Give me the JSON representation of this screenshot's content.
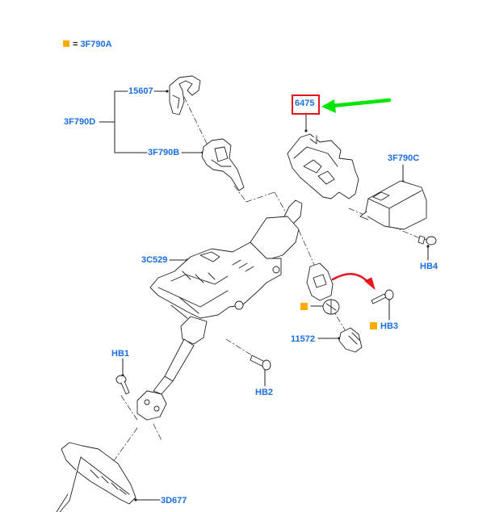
{
  "diagram": {
    "title": "Steering column exploded parts diagram",
    "legend": {
      "marker": "orange-square",
      "equals": "=",
      "code": "3F790A"
    },
    "colors": {
      "label": "#1a6fe0",
      "legend_marker": "#ffab00",
      "highlight_box": "#e8141e",
      "pointer_arrow": "#00e600",
      "rotate_arrow": "#e8141e",
      "line_art": "#222222"
    },
    "callouts": {
      "group_3f790d": "3F790D",
      "part_15607": "15607",
      "part_3f790b": "3F790B",
      "part_6475": "6475",
      "part_3f790c": "3F790C",
      "bolt_hb4": "HB4",
      "part_3c529": "3C529",
      "bolt_hb3": "HB3",
      "part_11572": "11572",
      "bolt_hb1": "HB1",
      "bolt_hb2": "HB2",
      "part_3d677": "3D677"
    },
    "highlighted_part": "6475",
    "annotations": {
      "green_arrow": "points to 6475",
      "red_arrow": "curved arrow from ignition lock to HB3"
    }
  }
}
